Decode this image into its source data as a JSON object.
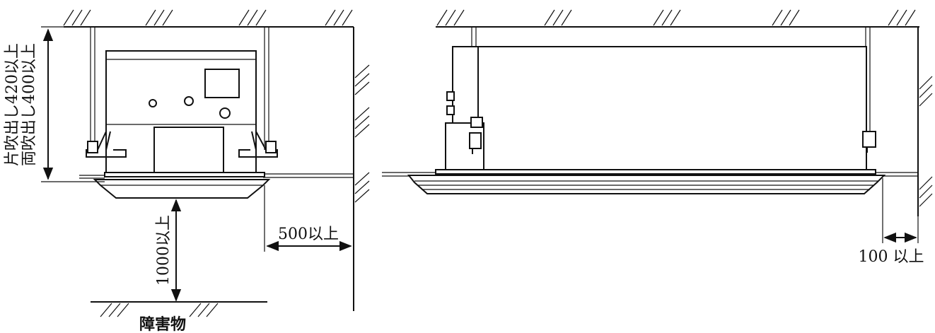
{
  "labels": {
    "height_single": "片吹出し420以上",
    "height_double": "両吹出し400以上",
    "clearance_below": "1000以上",
    "clearance_side_left": "500以上",
    "clearance_side_right": "100 以上",
    "obstacle": "障害物"
  }
}
